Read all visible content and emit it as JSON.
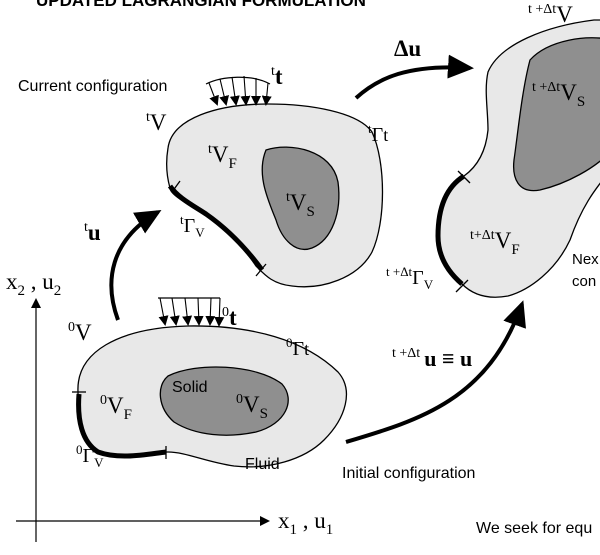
{
  "header": {
    "title": "UPDATED LAGRANGIAN FORMULATION"
  },
  "configs": {
    "initial": {
      "caption": "Initial configuration",
      "volume": {
        "sup": "0",
        "base": "V"
      },
      "fluid": {
        "label": "Fluid",
        "sup": "0",
        "base": "V",
        "sub": "F"
      },
      "solid": {
        "label": "Solid",
        "sup": "0",
        "base": "V",
        "sub": "S"
      },
      "gamma_t": {
        "sup": "0",
        "base": "Γ",
        "sub": "t"
      },
      "gamma_v": {
        "sup": "0",
        "base": "Γ",
        "sub": "V"
      },
      "traction": {
        "sup": "0",
        "base": "t"
      }
    },
    "current": {
      "caption": "Current configuration",
      "volume": {
        "sup": "t",
        "base": "V"
      },
      "fluid": {
        "sup": "t",
        "base": "V",
        "sub": "F"
      },
      "solid": {
        "sup": "t",
        "base": "V",
        "sub": "S"
      },
      "gamma_t": {
        "sup": "t",
        "base": "Γ",
        "sub": "t"
      },
      "gamma_v": {
        "sup": "t",
        "base": "Γ",
        "sub": "V"
      },
      "traction": {
        "sup": "t",
        "base": "t"
      }
    },
    "next": {
      "caption_line1": "Nex",
      "caption_line2": "con",
      "volume": {
        "sup": "t +Δt",
        "base": "V"
      },
      "fluid": {
        "sup": "t+Δt",
        "base": "V",
        "sub": "F"
      },
      "solid": {
        "sup": "t +Δt",
        "base": "V",
        "sub": "S"
      },
      "gamma_v": {
        "sup": "t +Δt",
        "base": "Γ",
        "sub": "V"
      }
    }
  },
  "arrows": {
    "u": {
      "sup": "t",
      "base": "u"
    },
    "delta_u": {
      "base": "Δu"
    },
    "total": {
      "sup": "t +Δt",
      "base": "u",
      "rest": " ≡ u"
    }
  },
  "axes": {
    "x_label": {
      "base": "x",
      "sub1": "1",
      "mid": " , u",
      "sub2": "1"
    },
    "y_label": {
      "base": "x",
      "sub1": "2",
      "mid": " , u",
      "sub2": "2"
    }
  },
  "footer": {
    "text": "We seek for equ"
  }
}
